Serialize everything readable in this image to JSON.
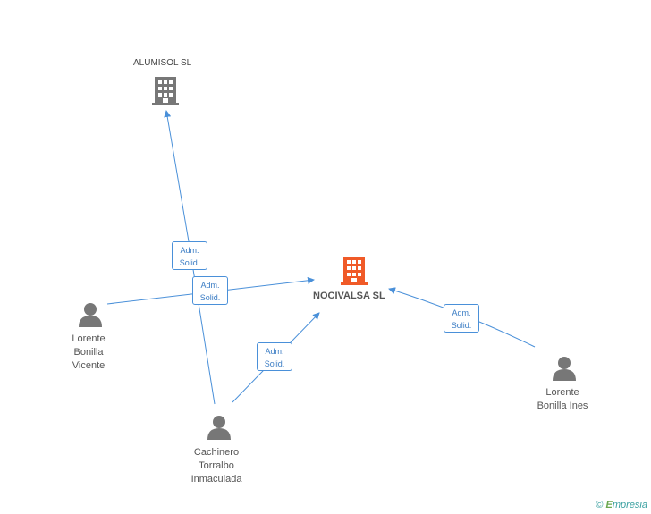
{
  "nodes": {
    "alumisol": "ALUMISOL SL",
    "nocivalsa": "NOCIVALSA SL",
    "lorente_vicente": [
      "Lorente",
      "Bonilla",
      "Vicente"
    ],
    "lorente_ines": [
      "Lorente",
      "Bonilla Ines"
    ],
    "cachinero": [
      "Cachinero",
      "Torralbo",
      "Inmaculada"
    ]
  },
  "edges": {
    "e1": [
      "Adm.",
      "Solid."
    ],
    "e2": [
      "Adm.",
      "Solid."
    ],
    "e3": [
      "Adm.",
      "Solid."
    ],
    "e4": [
      "Adm.",
      "Solid."
    ]
  },
  "brand": {
    "copyright": "©",
    "name_initial": "E",
    "name_rest": "mpresia"
  },
  "colors": {
    "edge": "#4a90d9",
    "main_company": "#f05a28",
    "company": "#777777",
    "person": "#777777"
  }
}
